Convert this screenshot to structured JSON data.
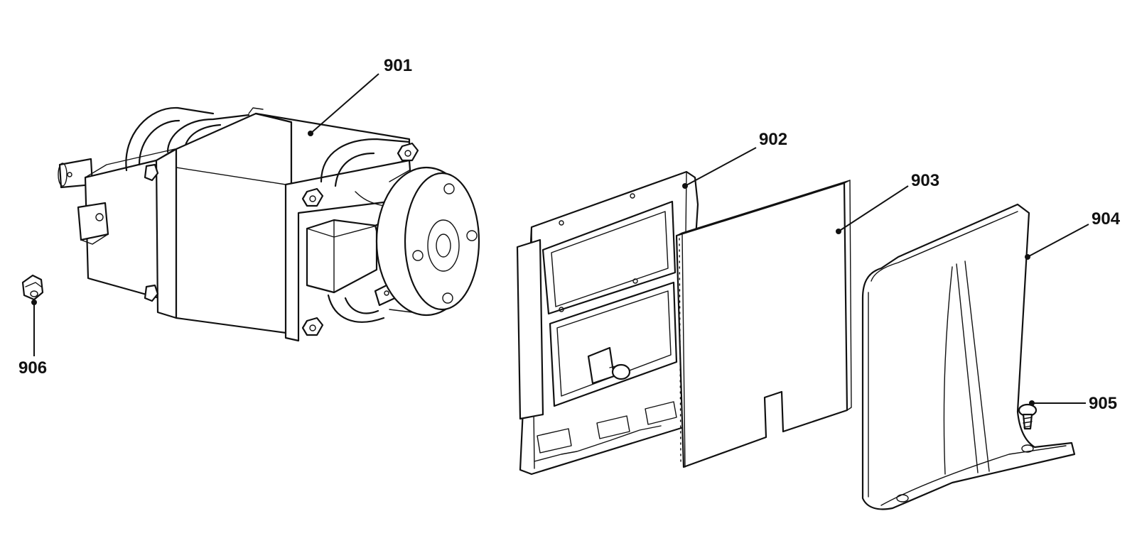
{
  "callouts": {
    "p901": "901",
    "p902": "902",
    "p903": "903",
    "p904": "904",
    "p905": "905",
    "p906": "906"
  },
  "parts": [
    {
      "label": "901",
      "depicts": "motor-assembly-icon"
    },
    {
      "label": "902",
      "depicts": "mounting-bracket-icon"
    },
    {
      "label": "903",
      "depicts": "insulation-plate-icon"
    },
    {
      "label": "904",
      "depicts": "cover-shield-icon"
    },
    {
      "label": "905",
      "depicts": "screw-icon"
    },
    {
      "label": "906",
      "depicts": "nut-icon"
    }
  ]
}
